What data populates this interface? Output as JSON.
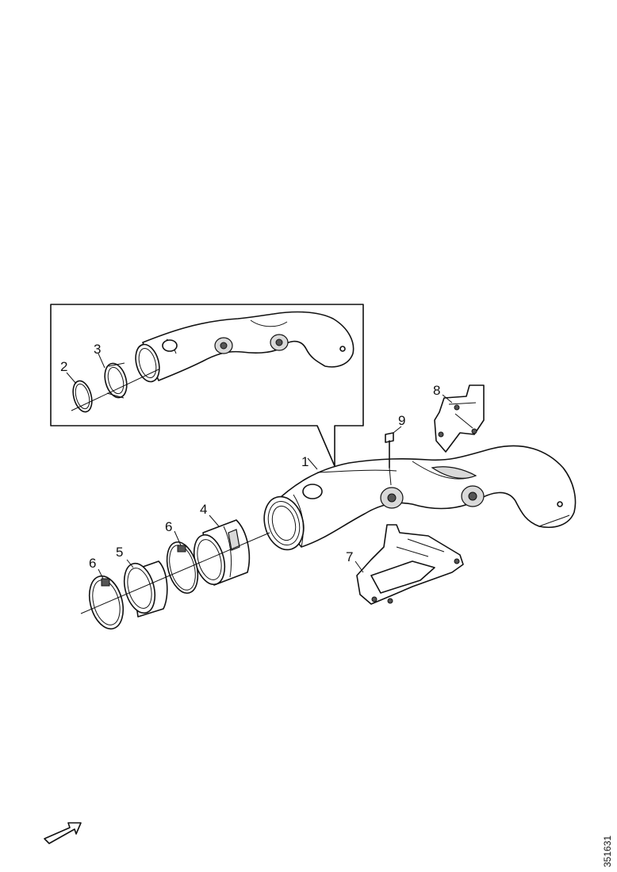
{
  "callouts": [
    "1",
    "2",
    "3",
    "4",
    "5",
    "6",
    "6",
    "7",
    "8",
    "9"
  ],
  "reference_number": "351631"
}
